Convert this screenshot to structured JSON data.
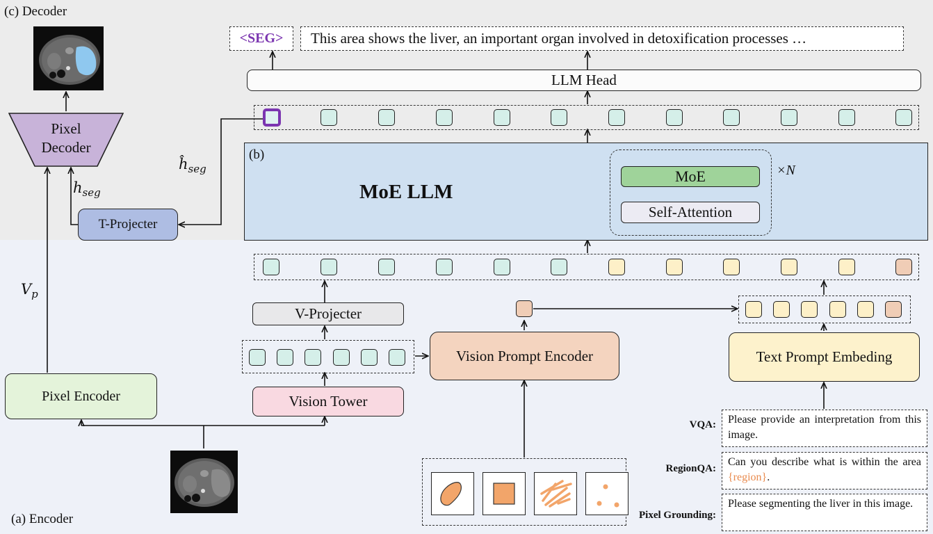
{
  "sections": {
    "decoder": "(c) Decoder",
    "encoder": "(a) Encoder",
    "llm": "(b)"
  },
  "top_output": {
    "seg_token": "<SEG>",
    "text": "This area shows the liver, an important organ involved in detoxification processes …"
  },
  "modules": {
    "llm_head": "LLM Head",
    "moe_llm": "MoE LLM",
    "moe": "MoE",
    "self_attention": "Self-Attention",
    "repeat": "×N",
    "pixel_decoder": "Pixel Decoder",
    "t_projecter": "T-Projecter",
    "pixel_encoder": "Pixel Encoder",
    "v_projecter": "V-Projecter",
    "vision_tower": "Vision Tower",
    "vision_prompt_encoder": "Vision Prompt Encoder",
    "text_prompt_embeding": "Text Prompt Embeding"
  },
  "math": {
    "h_seg_hat": "ĥ",
    "h_seg_hat_sub": "seg",
    "h_seg": "h",
    "h_seg_sub": "seg",
    "v_p": "V",
    "v_p_sub": "p"
  },
  "prompts": [
    {
      "label": "VQA:",
      "text": "Please provide an interpretation from this image."
    },
    {
      "label": "RegionQA:",
      "text_before": "Can you describe what is within the area",
      "text_region": "{region}",
      "text_after": "."
    },
    {
      "label": "Pixel Grounding:",
      "text": "Please segmenting the liver in this image."
    }
  ],
  "colors": {
    "token_mint": "#d5efe9",
    "token_yellow": "#fdf0c8",
    "token_peach": "#f0cdb6",
    "seg_purple": "#7b35b0",
    "moe_green": "#9fd39a",
    "llm_blue": "#cfe0f1",
    "pixel_decoder_purple": "#c8b3d9",
    "t_projecter_blue": "#aebde3",
    "pixel_encoder_green": "#e4f3da",
    "vision_tower_pink": "#f9d9e1",
    "vision_prompt_peach": "#f4d4bf",
    "text_prompt_yellow": "#fdf2cc",
    "liver_highlight": "#8fc8ef",
    "region_orange": "#e98a4d"
  },
  "icons": [
    "ct-scan-image",
    "segmented-ct-image",
    "freeform-region-icon",
    "box-region-icon",
    "scribble-region-icon",
    "points-region-icon"
  ]
}
